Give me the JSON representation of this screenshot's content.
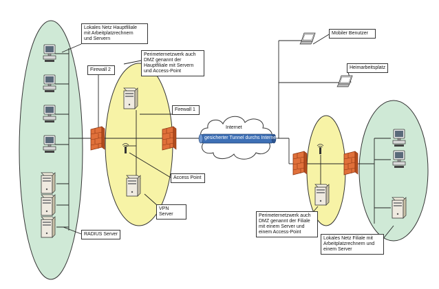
{
  "labels": {
    "lan_main": "Lokales Netz Hauptfiliale\nmit Arbeitplatzrechnern\nund Servern",
    "dmz_main": "Perimeternetzwerk auch\nDMZ genannt der\nHauptfiliale mit Servern\nund Access-Point",
    "firewall2": "Firewall 2",
    "firewall1": "Firewall 1",
    "access_point": "Access Point",
    "vpn_server": "VPN Server",
    "radius_server": "RADIUS Server",
    "internet": "Internet",
    "tunnel": "gesicherter Tunnel durchs Internet",
    "mobile_user": "Mobiler Benutzer",
    "home_office": "Heimarbeitsplatz",
    "dmz_branch": "Perimeternetzwerk auch\nDMZ genannt der Filiale\nmit einem Server und\neinem Access-Point",
    "lan_branch": "Lokales Netz Filiale mit\nArbeitplatzrechnern und\neinem Server"
  },
  "colors": {
    "lan_fill": "#cfe9d6",
    "dmz_fill": "#f7f3a6",
    "firewall": "#e0703a",
    "tunnel": "#3d6fb5",
    "line": "#222222"
  },
  "icons": [
    "desktop-computer-icon",
    "server-tower-icon",
    "firewall-icon",
    "wireless-access-point-icon",
    "laptop-icon",
    "cloud-icon"
  ]
}
